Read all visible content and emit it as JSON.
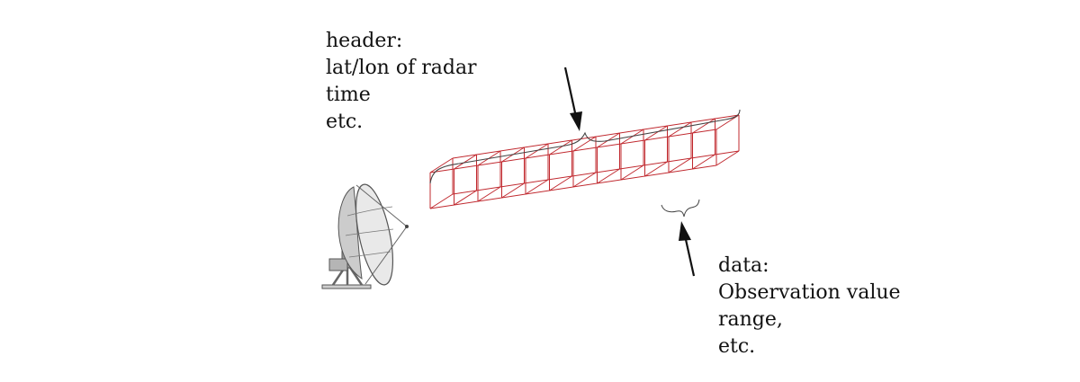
{
  "header_note": {
    "lines": [
      "header:",
      "lat/lon of radar",
      "time",
      "etc."
    ]
  },
  "data_note": {
    "lines": [
      "data:",
      "Observation value",
      "range,",
      "etc."
    ]
  },
  "icons": {
    "radar": "radar-dish-icon"
  },
  "colors": {
    "beam_cells": "#c0282e",
    "ink": "#111111",
    "brace": "#444444"
  }
}
